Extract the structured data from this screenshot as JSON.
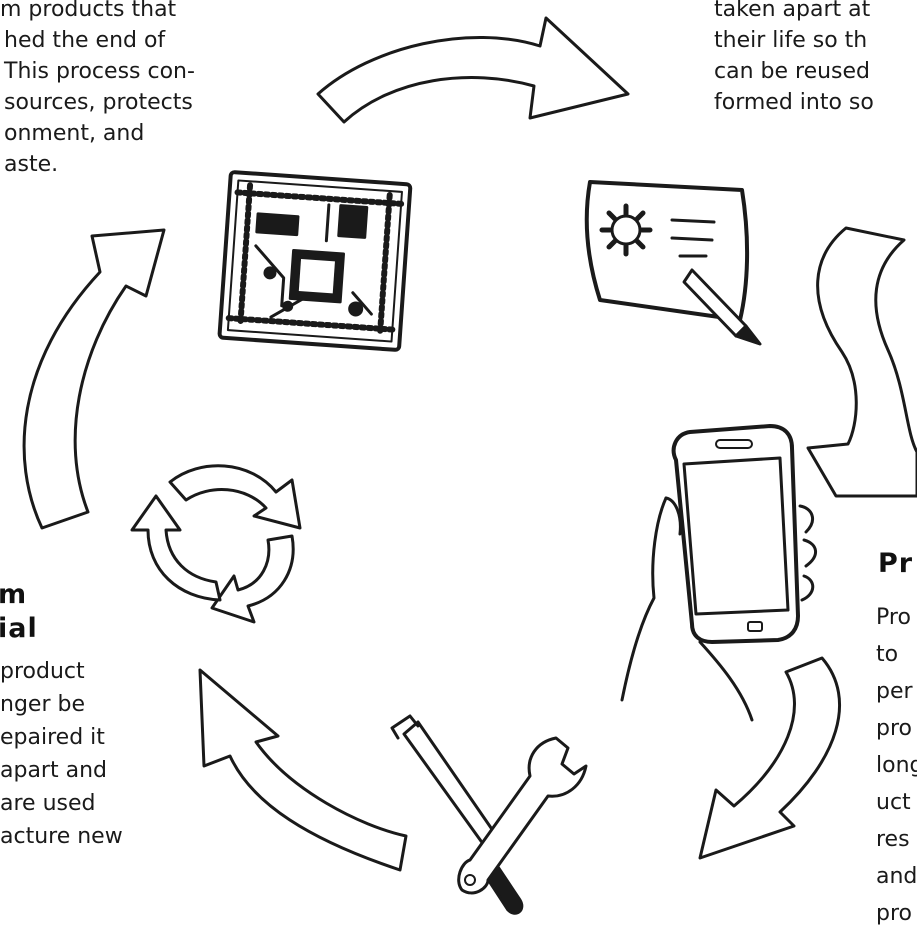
{
  "top_left_text": {
    "lines": [
      "m products that",
      "hed the end of",
      "This process con-",
      "sources, protects",
      "onment, and",
      "aste."
    ]
  },
  "top_right_text": {
    "lines": [
      "taken apart at",
      "their life so th",
      "can be reused",
      "formed into so"
    ]
  },
  "left_section": {
    "heading_lines": [
      "m",
      "ial"
    ],
    "body_lines": [
      "product",
      "nger be",
      "epaired it",
      "apart and",
      "are used",
      "acture new"
    ]
  },
  "right_section": {
    "heading": "Pr",
    "body_lines": [
      "Pro",
      "to",
      "per",
      "pro",
      "long",
      "uct",
      "res",
      "and",
      "pro"
    ]
  },
  "icons": [
    "circuit-board-icon",
    "design-card-icon",
    "smartphone-icon",
    "tools-icon",
    "recycle-icon"
  ],
  "colors": {
    "ink": "#1a1a1a",
    "background": "#ffffff"
  }
}
